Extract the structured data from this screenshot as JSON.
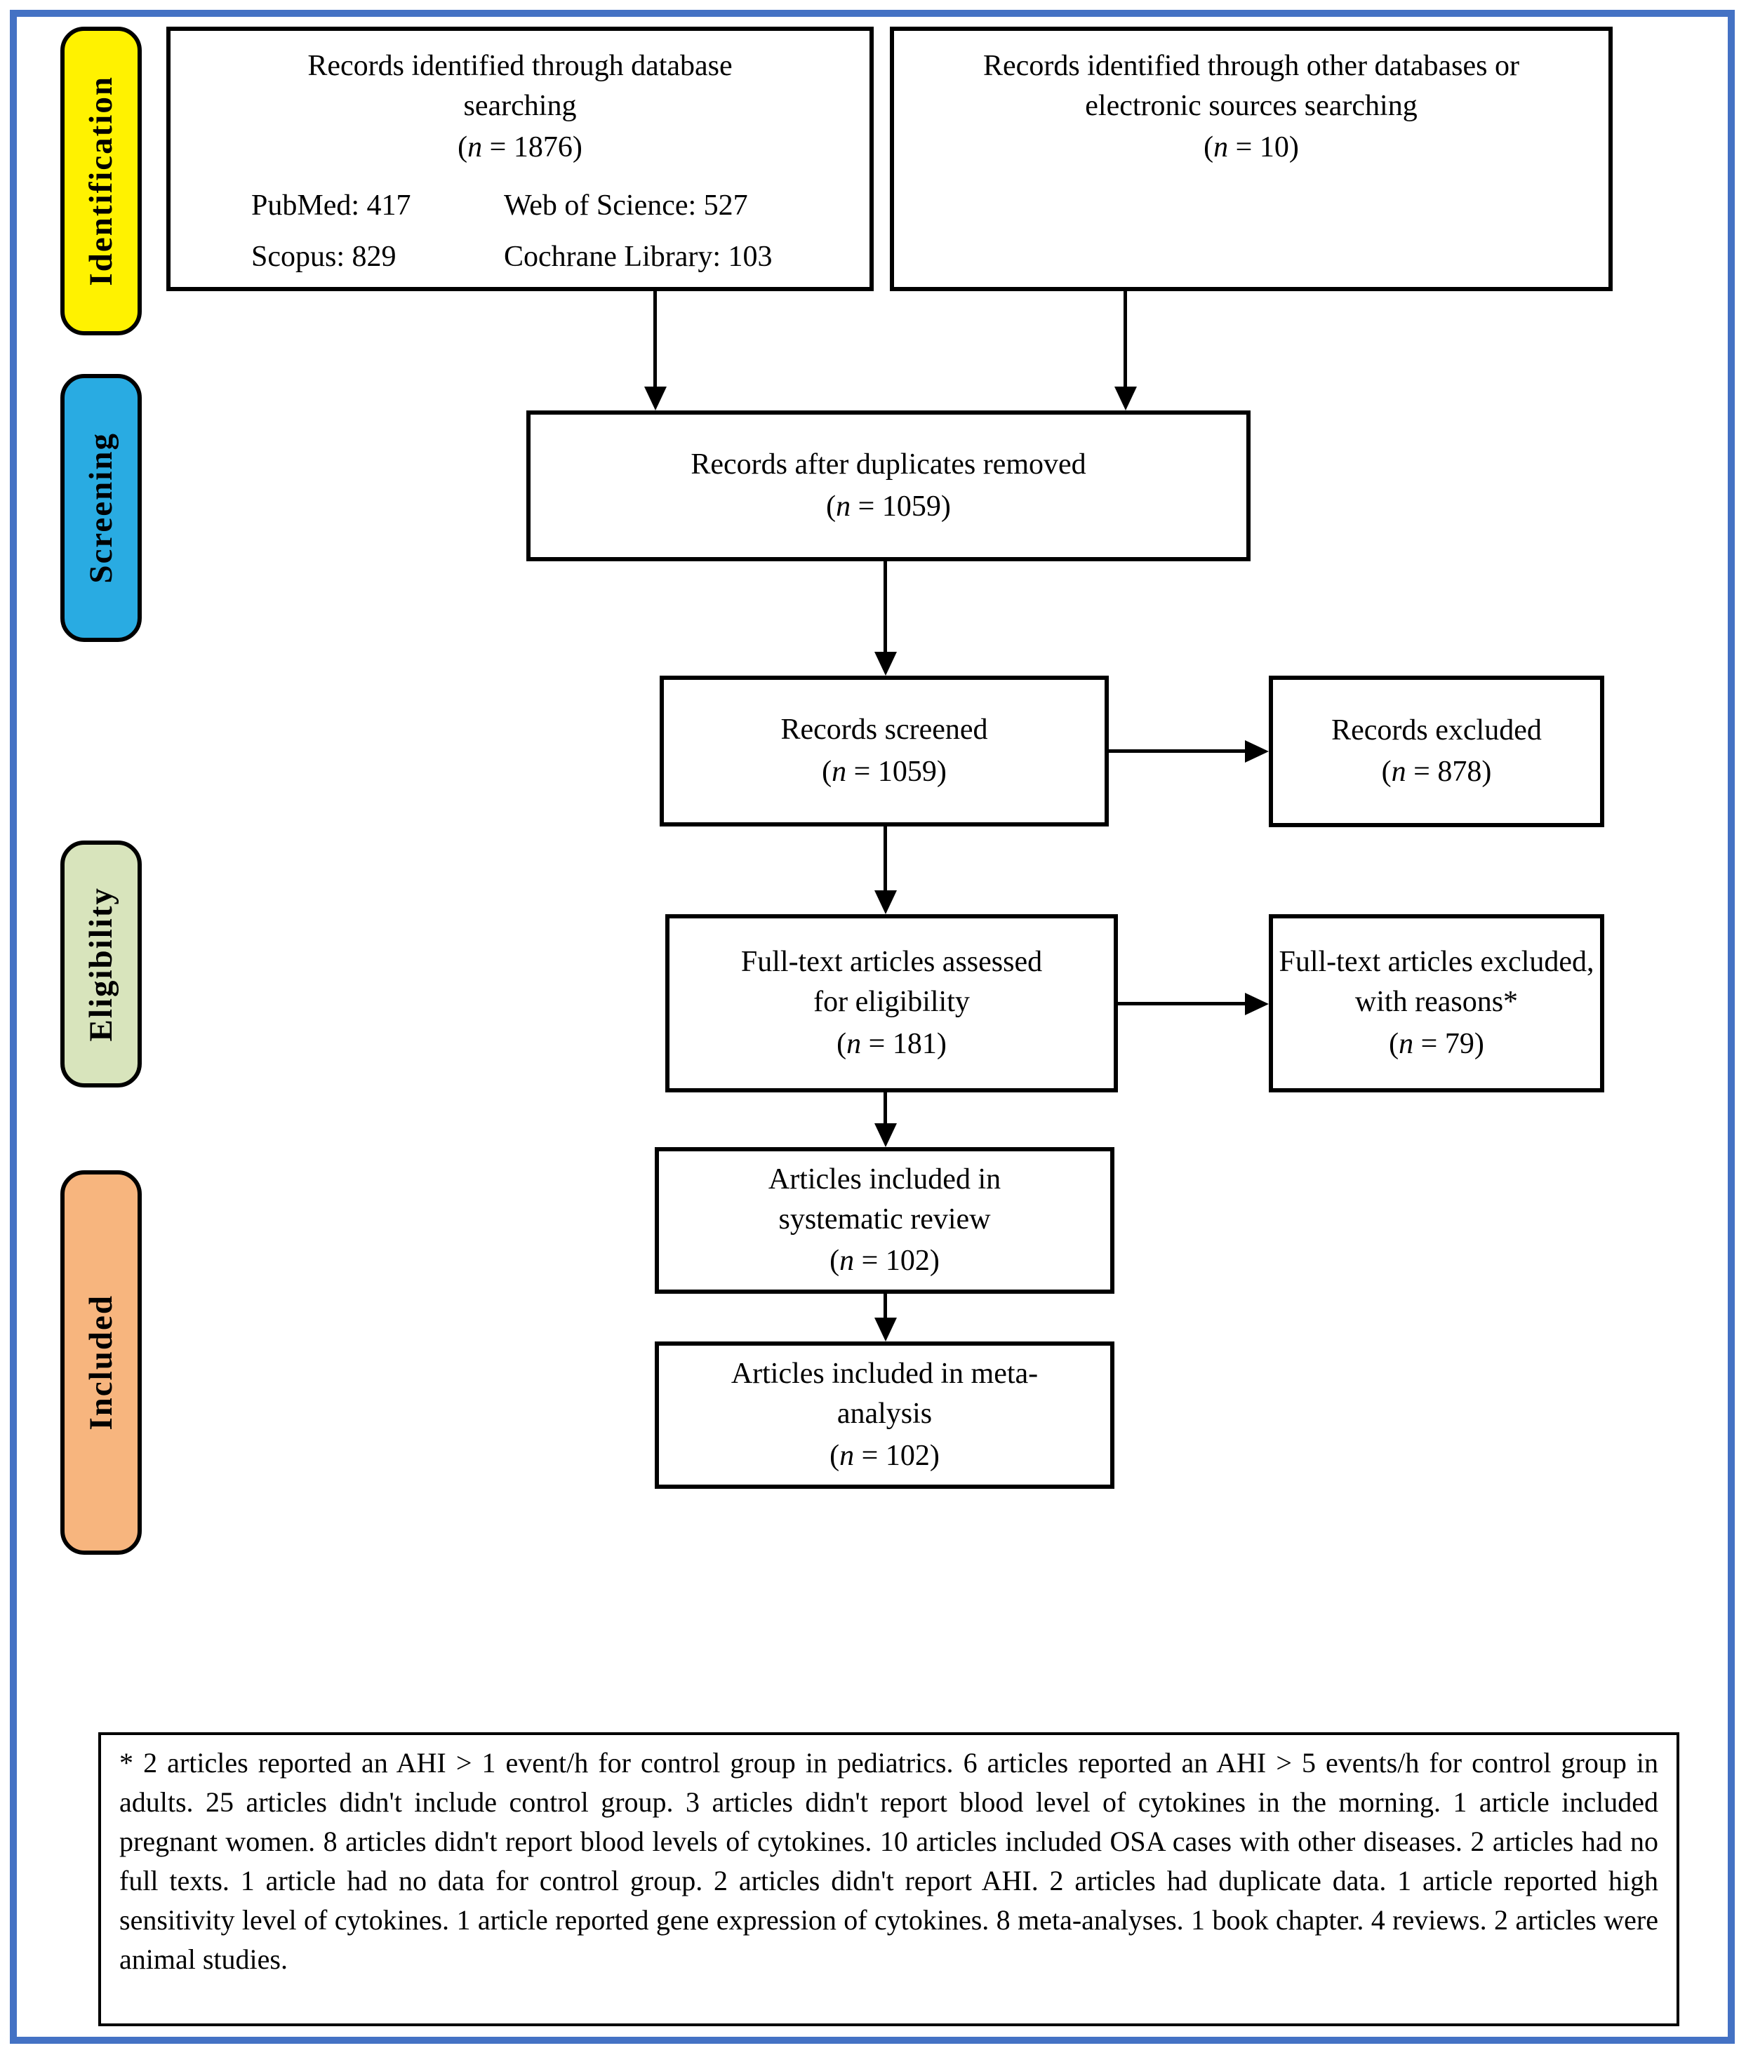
{
  "stages": {
    "identification": {
      "label": "Identification",
      "color": "#FFF200"
    },
    "screening": {
      "label": "Screening",
      "color": "#29ABE2"
    },
    "eligibility": {
      "label": "Eligibility",
      "color": "#D8E4BC"
    },
    "included": {
      "label": "Included",
      "color": "#F7B57E"
    }
  },
  "boxes": {
    "database_search": {
      "title": "Records identified through database\nsearching",
      "count": "(n = 1876)",
      "sources": [
        [
          "PubMed: 417",
          "Web of Science: 527"
        ],
        [
          "Scopus: 829",
          "Cochrane Library: 103"
        ]
      ]
    },
    "other_sources": {
      "title": "Records identified through other databases or\nelectronic sources searching",
      "count": "(n = 10)"
    },
    "duplicates_removed": {
      "title": "Records after duplicates removed",
      "count": "(n = 1059)"
    },
    "records_screened": {
      "title": "Records screened",
      "count": "(n = 1059)"
    },
    "records_excluded": {
      "title": "Records excluded",
      "count": "(n = 878)"
    },
    "fulltext_assessed": {
      "title": "Full-text articles assessed\nfor eligibility",
      "count": "(n = 181)"
    },
    "fulltext_excluded": {
      "title": "Full-text articles excluded,\nwith reasons*",
      "count": "(n = 79)"
    },
    "systematic_review": {
      "title": "Articles included in\nsystematic review",
      "count": "(n = 102)"
    },
    "meta_analysis": {
      "title": "Articles included in meta-\nanalysis",
      "count": "(n = 102)"
    }
  },
  "footnote": "* 2 articles reported an AHI > 1 event/h for control group in pediatrics. 6 articles reported an AHI > 5 events/h for control group in adults. 25 articles didn't include control group. 3 articles didn't report blood level of cytokines in the morning. 1 article included pregnant women.  8 articles didn't report blood levels of cytokines. 10 articles included OSA cases with other diseases. 2 articles had no full texts. 1 article had no data for control group. 2 articles didn't report AHI. 2 articles had duplicate data. 1 article reported high sensitivity level of cytokines. 1 article reported gene expression of cytokines. 8 meta-analyses. 1 book chapter. 4 reviews. 2 articles were animal studies.",
  "colors": {
    "frame": "#4472C4",
    "box_border": "#000000"
  }
}
